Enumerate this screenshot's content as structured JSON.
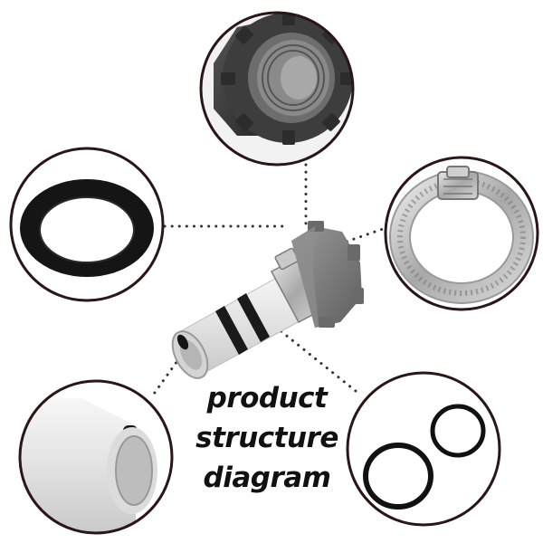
{
  "caption": {
    "line1": "product",
    "line2": "structure",
    "line3": "diagram"
  },
  "colors": {
    "background": "#ffffff",
    "circle_border": "#2a1616",
    "leader_dots": "#333333",
    "nut_gray": "#7a7a7a",
    "dark_nut": "#3a3a3a",
    "adapter_white": "#ececec",
    "gasket_black": "#151515",
    "steel": "#b8b8b8",
    "text": "#111111"
  },
  "icons": {
    "nut": "threaded-nut-icon",
    "gasket": "flat-gasket-icon",
    "clamp": "hose-clamp-icon",
    "adapter": "hose-adapter-icon",
    "pipe_end": "pipe-end-icon",
    "o_rings": "o-rings-icon"
  }
}
